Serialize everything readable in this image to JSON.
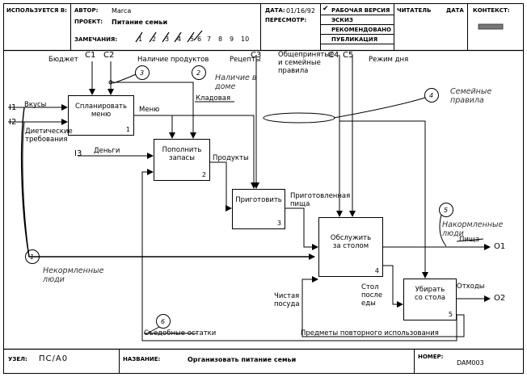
{
  "header": {
    "used_at_label": "ИСПОЛЬЗУЕТСЯ В:",
    "author_label": "АВТОР:",
    "author_value": "Marca",
    "project_label": "ПРОЕКТ:",
    "project_value": "Питание семьи",
    "notes_label": "ЗАМЕЧАНИЯ:",
    "notes_numbers": [
      "1",
      "2",
      "3",
      "4",
      "5",
      "6",
      "7",
      "8",
      "9",
      "10"
    ],
    "date_label": "ДАТА:",
    "date_value": "01/16/92",
    "rev_label": "ПЕРЕСМОТР:",
    "status": [
      "РАБОЧАЯ ВЕРСИЯ",
      "ЭСКИЗ",
      "РЕКОМЕНДОВАНО",
      "ПУБЛИКАЦИЯ"
    ],
    "reader_label": "ЧИТАТЕЛЬ",
    "reader_date_label": "ДАТА",
    "context_label": "КОНТЕКСТ:"
  },
  "boxes": [
    {
      "name": "Спланировать\nменю",
      "num": "1"
    },
    {
      "name": "Пополнить\nзапасы",
      "num": "2"
    },
    {
      "name": "Приготовить",
      "num": "3"
    },
    {
      "name": "Обслужить\nза столом",
      "num": "4"
    },
    {
      "name": "Убирать\nсо стола",
      "num": "5"
    }
  ],
  "arrow_labels": {
    "c1": "C1",
    "c2": "C2",
    "c3": "C3",
    "c4": "C4",
    "c5": "C5",
    "budget": "Бюджет",
    "products_available": "Наличие продуктов",
    "recipes": "Рецепты",
    "rules": "Общепринятые\nи семейные\nправила",
    "schedule": "Режим дня",
    "i1": "I1",
    "i2": "I2",
    "i3": "I3",
    "tastes": "Вкусы",
    "diet": "Диетические\nтребования",
    "menu": "Меню",
    "pantry": "Кладовая",
    "money": "Деньги",
    "products": "Продукты",
    "cooked_food": "Приготовленная\nпища",
    "food": "Пища",
    "o1": "O1",
    "o2": "O2",
    "clean_dishes": "Чистая\nпосуда",
    "table_after": "Стол\nпосле\nеды",
    "waste": "Отходы",
    "leftovers": "Съедобные остатки",
    "reusables": "Предметы повторного использования"
  },
  "notes": [
    {
      "num": "2",
      "text": "Наличие в\nдоме"
    },
    {
      "num": "3",
      "text": ""
    },
    {
      "num": "4",
      "text": "Семейные\nправила"
    },
    {
      "num": "5",
      "text": "Накормленные\nлюди"
    },
    {
      "num": "1",
      "text": "Некормленные\nлюди"
    },
    {
      "num": "6",
      "text": ""
    }
  ],
  "footer": {
    "node_label": "УЗЕЛ:",
    "node_value": "ПС/А0",
    "title_label": "НАЗВАНИЕ:",
    "title_value": "Организовать питание семьи",
    "number_label": "НОМЕР:",
    "number_value": "DAM003"
  }
}
